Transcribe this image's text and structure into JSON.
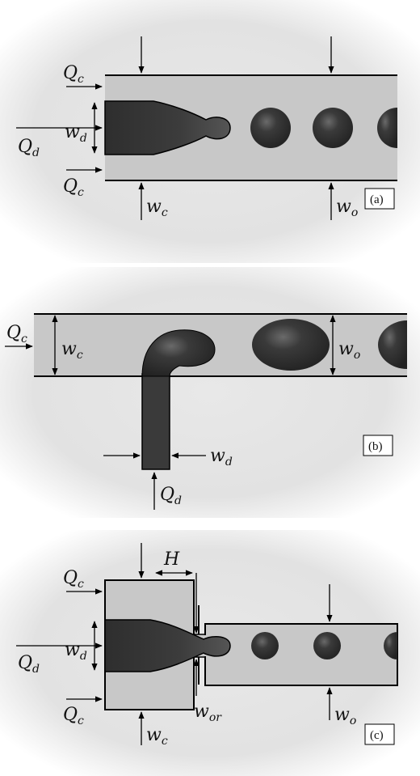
{
  "panels": [
    {
      "id": "a",
      "tag": "(a)",
      "labels": {
        "qc_top": {
          "main": "Q",
          "sub": "c"
        },
        "qd": {
          "main": "Q",
          "sub": "d"
        },
        "wd": {
          "main": "w",
          "sub": "d"
        },
        "qc_bottom": {
          "main": "Q",
          "sub": "c"
        },
        "wc": {
          "main": "w",
          "sub": "c"
        },
        "wo": {
          "main": "w",
          "sub": "o"
        }
      }
    },
    {
      "id": "b",
      "tag": "(b)",
      "labels": {
        "qc": {
          "main": "Q",
          "sub": "c"
        },
        "wc": {
          "main": "w",
          "sub": "c"
        },
        "wo": {
          "main": "w",
          "sub": "o"
        },
        "wd": {
          "main": "w",
          "sub": "d"
        },
        "qd": {
          "main": "Q",
          "sub": "d"
        }
      }
    },
    {
      "id": "c",
      "tag": "(c)",
      "labels": {
        "h": {
          "main": "H",
          "sub": ""
        },
        "qc_top": {
          "main": "Q",
          "sub": "c"
        },
        "qd": {
          "main": "Q",
          "sub": "d"
        },
        "wd": {
          "main": "w",
          "sub": "d"
        },
        "qc_bottom": {
          "main": "Q",
          "sub": "c"
        },
        "wc": {
          "main": "w",
          "sub": "c"
        },
        "wor": {
          "main": "w",
          "sub": "or"
        },
        "wo": {
          "main": "w",
          "sub": "o"
        }
      }
    }
  ],
  "colors": {
    "channel_fill": "#c8c8c8",
    "fluid_dark": "#3a3a3a",
    "stroke": "#000000",
    "background_glow": "#e6e6e6"
  }
}
